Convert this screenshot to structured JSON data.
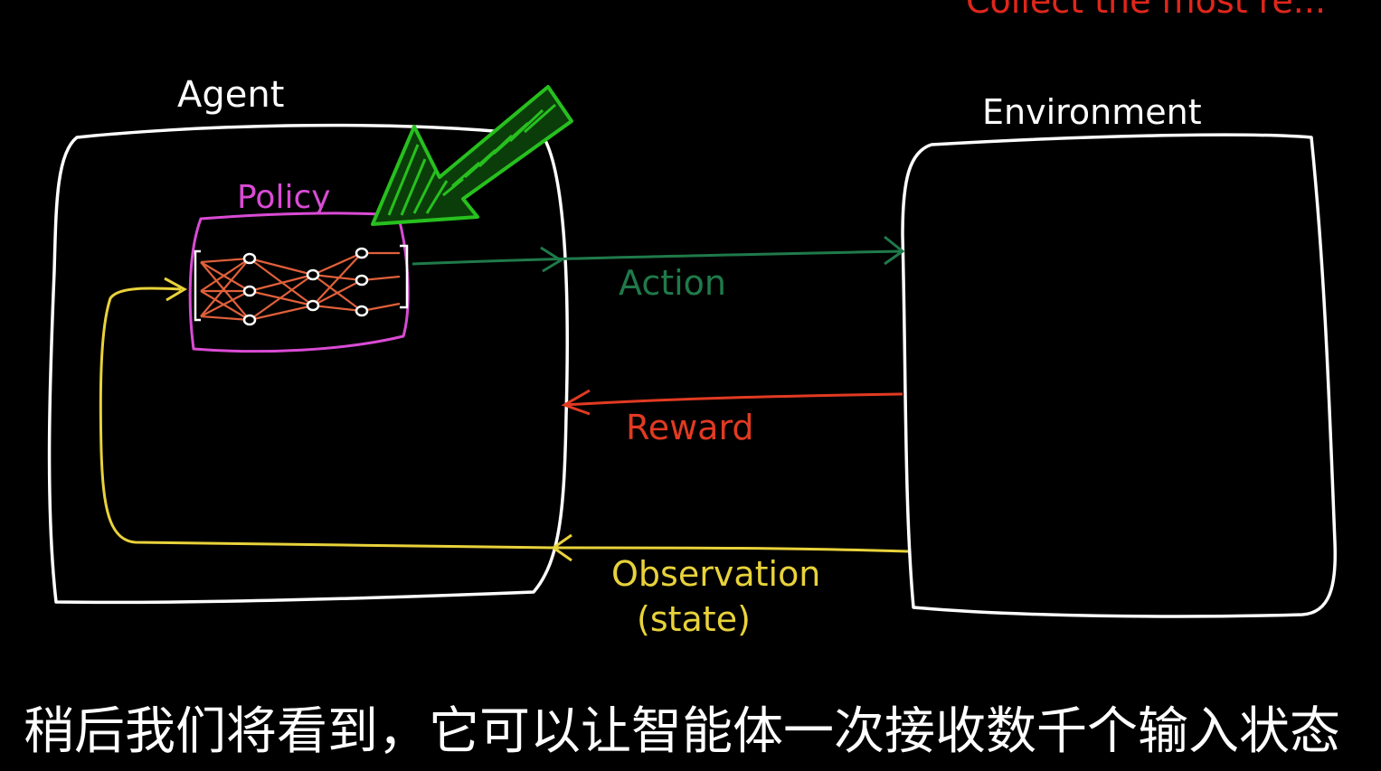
{
  "diagram": {
    "top_partial_text": "Collect the most re...",
    "agent_label": "Agent",
    "environment_label": "Environment",
    "policy_label": "Policy",
    "action_label": "Action",
    "reward_label": "Reward",
    "observation_label": "Observation",
    "state_label": "(state)"
  },
  "colors": {
    "background": "#000000",
    "box_stroke": "#ffffff",
    "policy": "#d94bd4",
    "action": "#1f7a4a",
    "reward": "#e23a22",
    "observation": "#e8d23a",
    "pointer_arrow": "#27c01e",
    "network": "#e0603a",
    "top_text": "#e0261b"
  },
  "subtitle": {
    "text": "稍后我们将看到，它可以让智能体一次接收数千个输入状态"
  }
}
